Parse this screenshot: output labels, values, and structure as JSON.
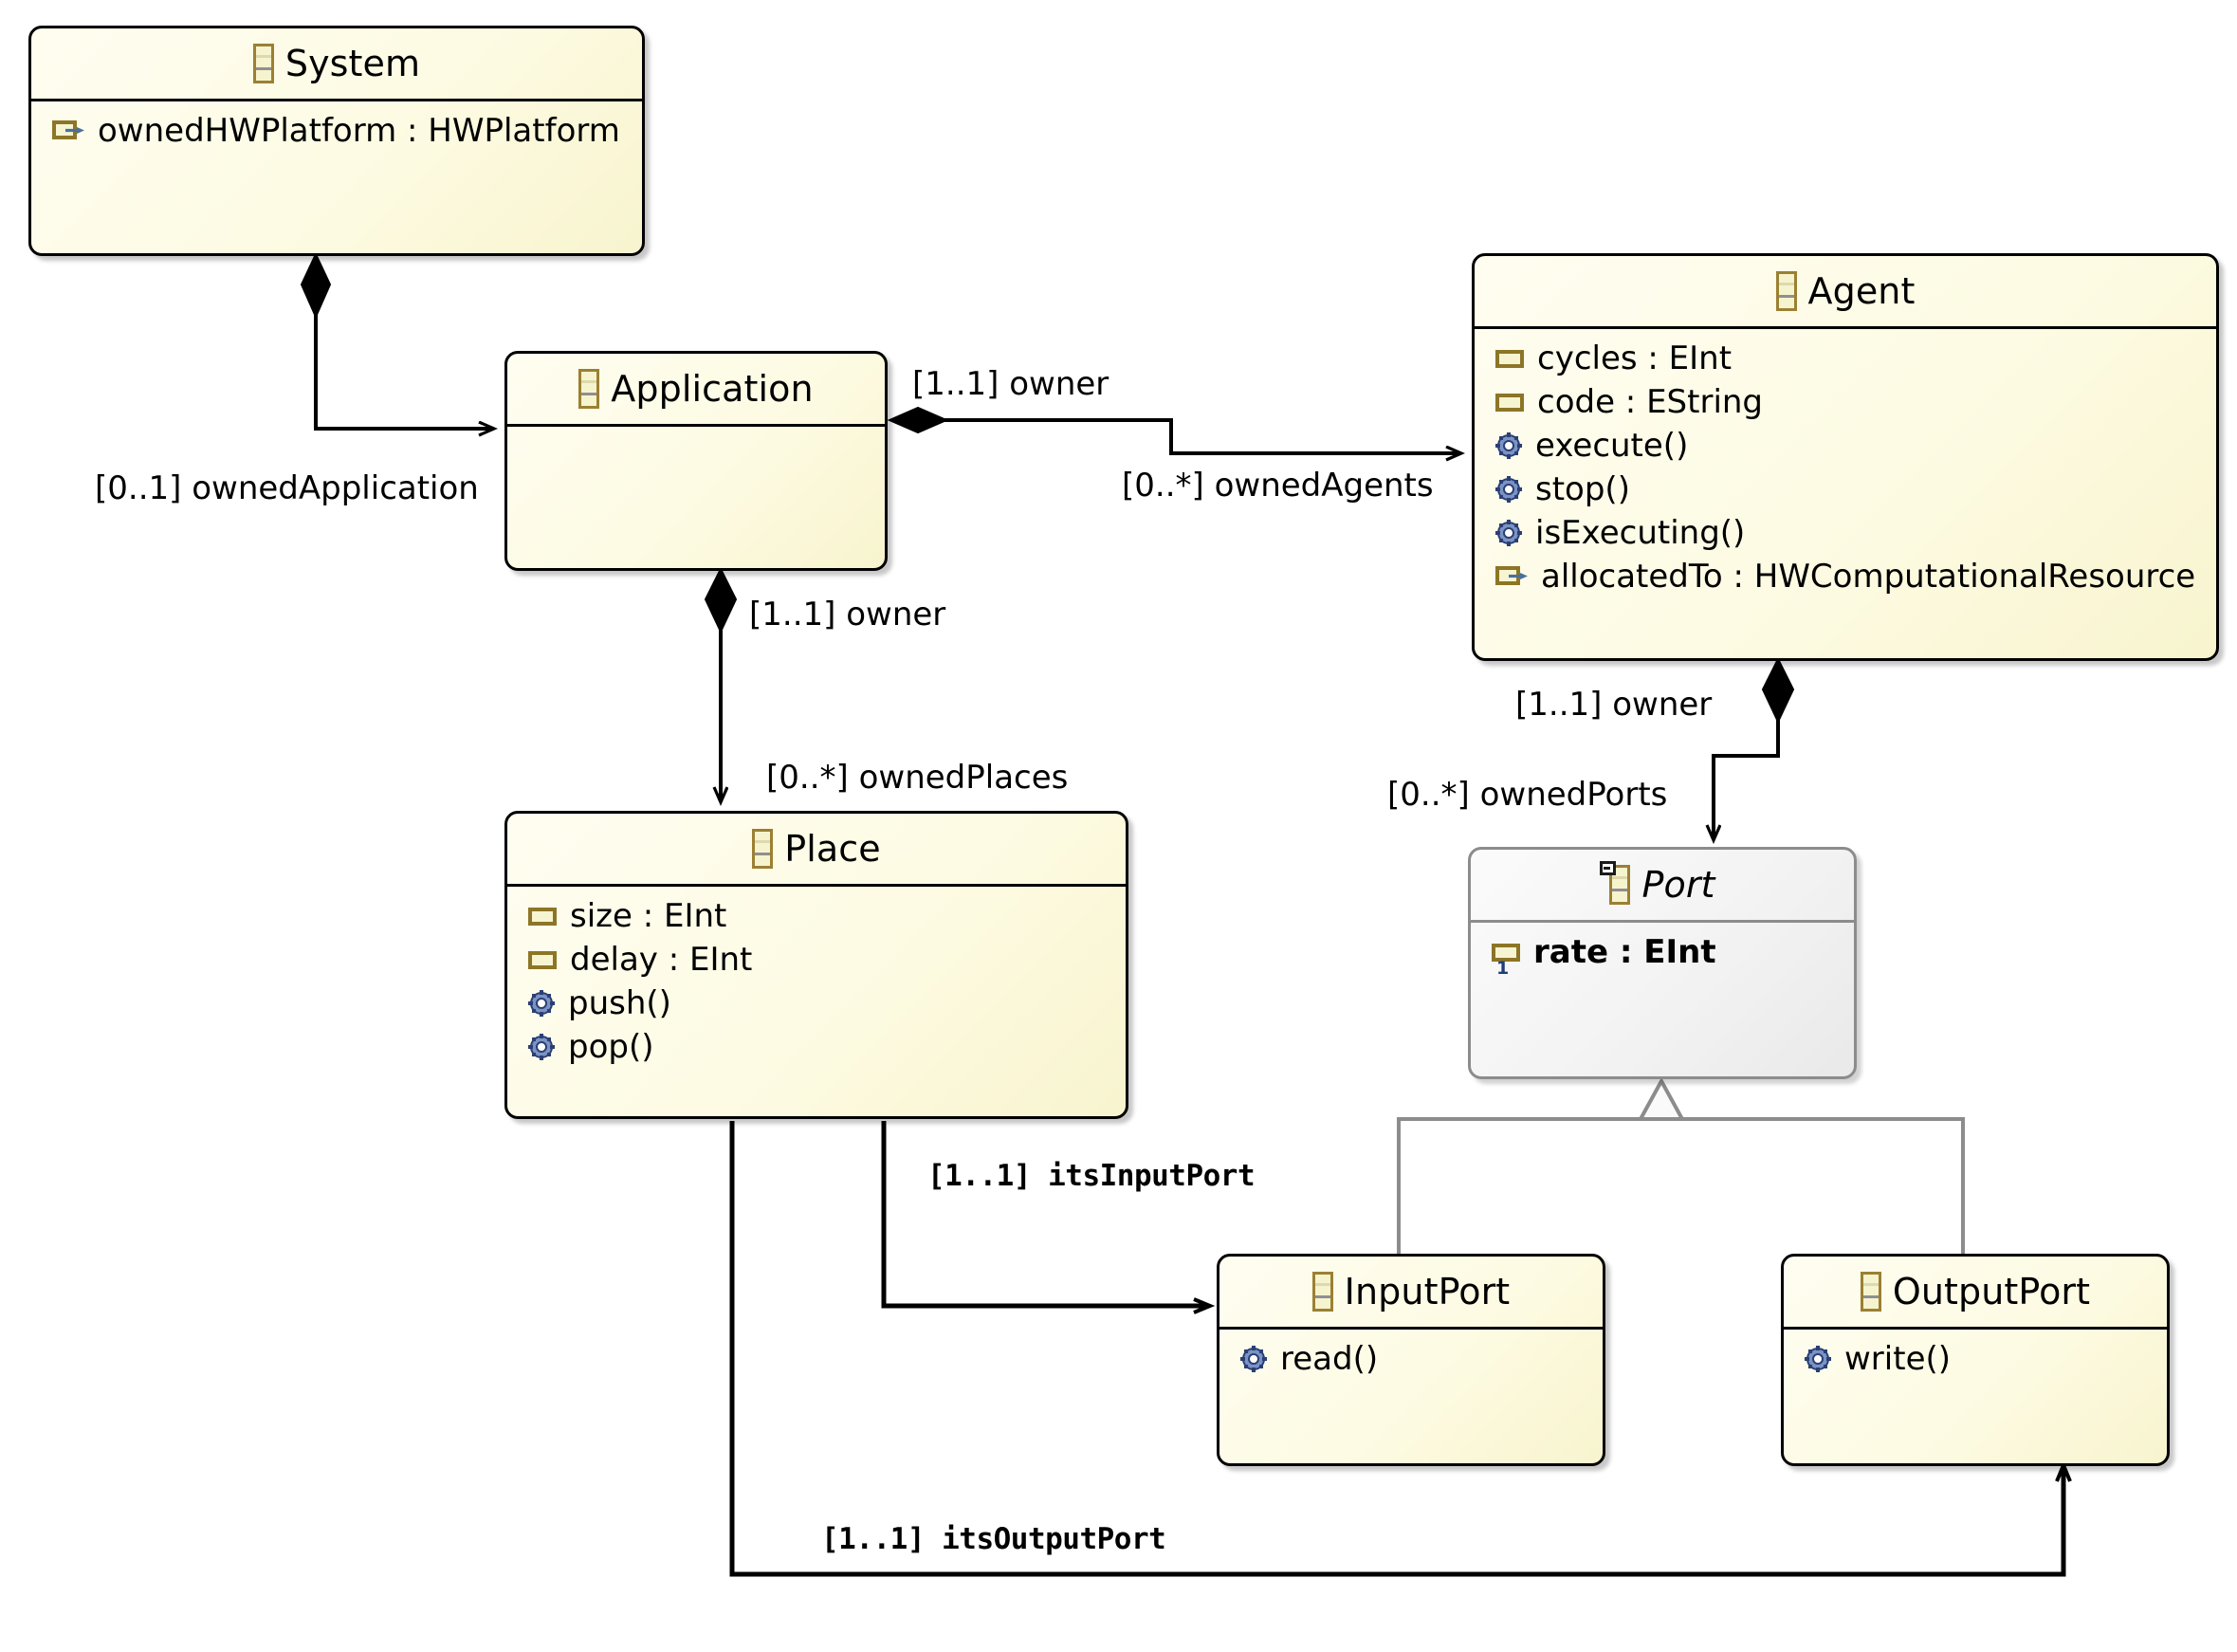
{
  "diagram": {
    "type": "uml-class-diagram",
    "title": "Application / Agent / Port Ecore model",
    "background": "#ffffff",
    "colors": {
      "class_fill": "#fdfbe3",
      "class_border": "#000000",
      "abstract_fill": "#f2f2f2",
      "abstract_border": "#8c8c8c",
      "attribute_icon": "#8c7526",
      "operation_icon": "#36518f",
      "generalization_line": "#8c8c8c",
      "association_line": "#000000"
    }
  },
  "classes": [
    {
      "id": "system",
      "name": "System",
      "abstract": false,
      "icon": "eclass-icon",
      "members": [
        {
          "text": "ownedHWPlatform : HWPlatform",
          "kind": "reference",
          "icon": "ereference-icon",
          "bold": false
        }
      ]
    },
    {
      "id": "application",
      "name": "Application",
      "abstract": false,
      "icon": "eclass-icon",
      "members": []
    },
    {
      "id": "agent",
      "name": "Agent",
      "abstract": false,
      "icon": "eclass-icon",
      "members": [
        {
          "text": "cycles : EInt",
          "kind": "attribute",
          "icon": "eattribute-icon",
          "bold": false
        },
        {
          "text": "code : EString",
          "kind": "attribute",
          "icon": "eattribute-icon",
          "bold": false
        },
        {
          "text": "execute()",
          "kind": "operation",
          "icon": "eoperation-icon",
          "bold": false
        },
        {
          "text": "stop()",
          "kind": "operation",
          "icon": "eoperation-icon",
          "bold": false
        },
        {
          "text": "isExecuting()",
          "kind": "operation",
          "icon": "eoperation-icon",
          "bold": false
        },
        {
          "text": "allocatedTo : HWComputationalResource",
          "kind": "reference",
          "icon": "ereference-icon",
          "bold": false
        }
      ]
    },
    {
      "id": "place",
      "name": "Place",
      "abstract": false,
      "icon": "eclass-icon",
      "members": [
        {
          "text": "size : EInt",
          "kind": "attribute",
          "icon": "eattribute-icon",
          "bold": false
        },
        {
          "text": "delay : EInt",
          "kind": "attribute",
          "icon": "eattribute-icon",
          "bold": false
        },
        {
          "text": "push()",
          "kind": "operation",
          "icon": "eoperation-icon",
          "bold": false
        },
        {
          "text": "pop()",
          "kind": "operation",
          "icon": "eoperation-icon",
          "bold": false
        }
      ]
    },
    {
      "id": "port",
      "name": "Port",
      "abstract": true,
      "icon": "eclass-abstract-icon",
      "members": [
        {
          "text": "rate : EInt",
          "kind": "attribute-id",
          "icon": "eattribute-id-icon",
          "bold": true
        }
      ]
    },
    {
      "id": "inputport",
      "name": "InputPort",
      "abstract": false,
      "icon": "eclass-icon",
      "members": [
        {
          "text": "read()",
          "kind": "operation",
          "icon": "eoperation-icon",
          "bold": false
        }
      ]
    },
    {
      "id": "outputport",
      "name": "OutputPort",
      "abstract": false,
      "icon": "eclass-icon",
      "members": [
        {
          "text": "write()",
          "kind": "operation",
          "icon": "eoperation-icon",
          "bold": false
        }
      ]
    }
  ],
  "edges": [
    {
      "id": "system-application",
      "kind": "composition",
      "source": "System",
      "target": "Application",
      "source_label": "",
      "target_label": "[0..1] ownedApplication",
      "style": "normal"
    },
    {
      "id": "application-agent",
      "kind": "composition",
      "source": "Application",
      "target": "Agent",
      "source_label": "[1..1] owner",
      "target_label": "[0..*] ownedAgents",
      "style": "normal"
    },
    {
      "id": "application-place",
      "kind": "composition",
      "source": "Application",
      "target": "Place",
      "source_label": "[1..1] owner",
      "target_label": "[0..*] ownedPlaces",
      "style": "normal"
    },
    {
      "id": "agent-port",
      "kind": "composition",
      "source": "Agent",
      "target": "Port",
      "source_label": "[1..1] owner",
      "target_label": "[0..*] ownedPorts",
      "style": "normal"
    },
    {
      "id": "place-inputport",
      "kind": "association",
      "source": "Place",
      "target": "InputPort",
      "source_label": "",
      "target_label": "[1..1] itsInputPort",
      "style": "bold"
    },
    {
      "id": "place-outputport",
      "kind": "association",
      "source": "Place",
      "target": "OutputPort",
      "source_label": "",
      "target_label": "[1..1] itsOutputPort",
      "style": "bold"
    },
    {
      "id": "inputport-port",
      "kind": "generalization",
      "source": "InputPort",
      "target": "Port",
      "source_label": "",
      "target_label": "",
      "style": "normal"
    },
    {
      "id": "outputport-port",
      "kind": "generalization",
      "source": "OutputPort",
      "target": "Port",
      "source_label": "",
      "target_label": "",
      "style": "normal"
    }
  ],
  "labels": {
    "ownedApplication": "[0..1] ownedApplication",
    "owner_agent": "[1..1] owner",
    "ownedAgents": "[0..*] ownedAgents",
    "owner_place": "[1..1] owner",
    "ownedPlaces": "[0..*] ownedPlaces",
    "owner_port": "[1..1] owner",
    "ownedPorts": "[0..*] ownedPorts",
    "itsInputPort": "[1..1] itsInputPort",
    "itsOutputPort": "[1..1] itsOutputPort"
  }
}
